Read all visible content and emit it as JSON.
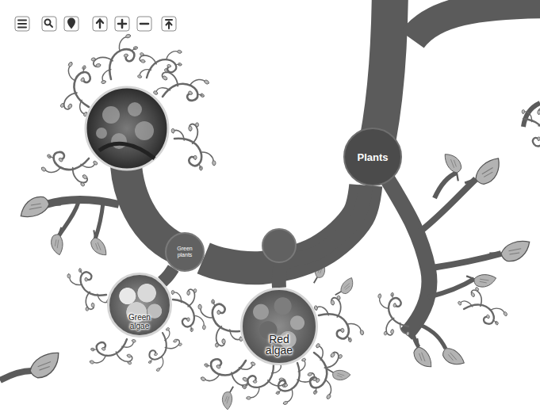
{
  "diagram": {
    "nodes": [
      {
        "text": [
          "Plants"
        ]
      },
      {
        "text": [
          "Green plants"
        ]
      },
      {
        "text": [
          "Green algae"
        ]
      },
      {
        "text": [
          "Red algae"
        ]
      }
    ],
    "edges": [
      {
        "from": 0,
        "to": 1,
        "arrow": "none"
      },
      {
        "from": 1,
        "to": 2,
        "arrow": "none"
      },
      {
        "from": 0,
        "to": 3,
        "arrow": "none"
      }
    ]
  }
}
